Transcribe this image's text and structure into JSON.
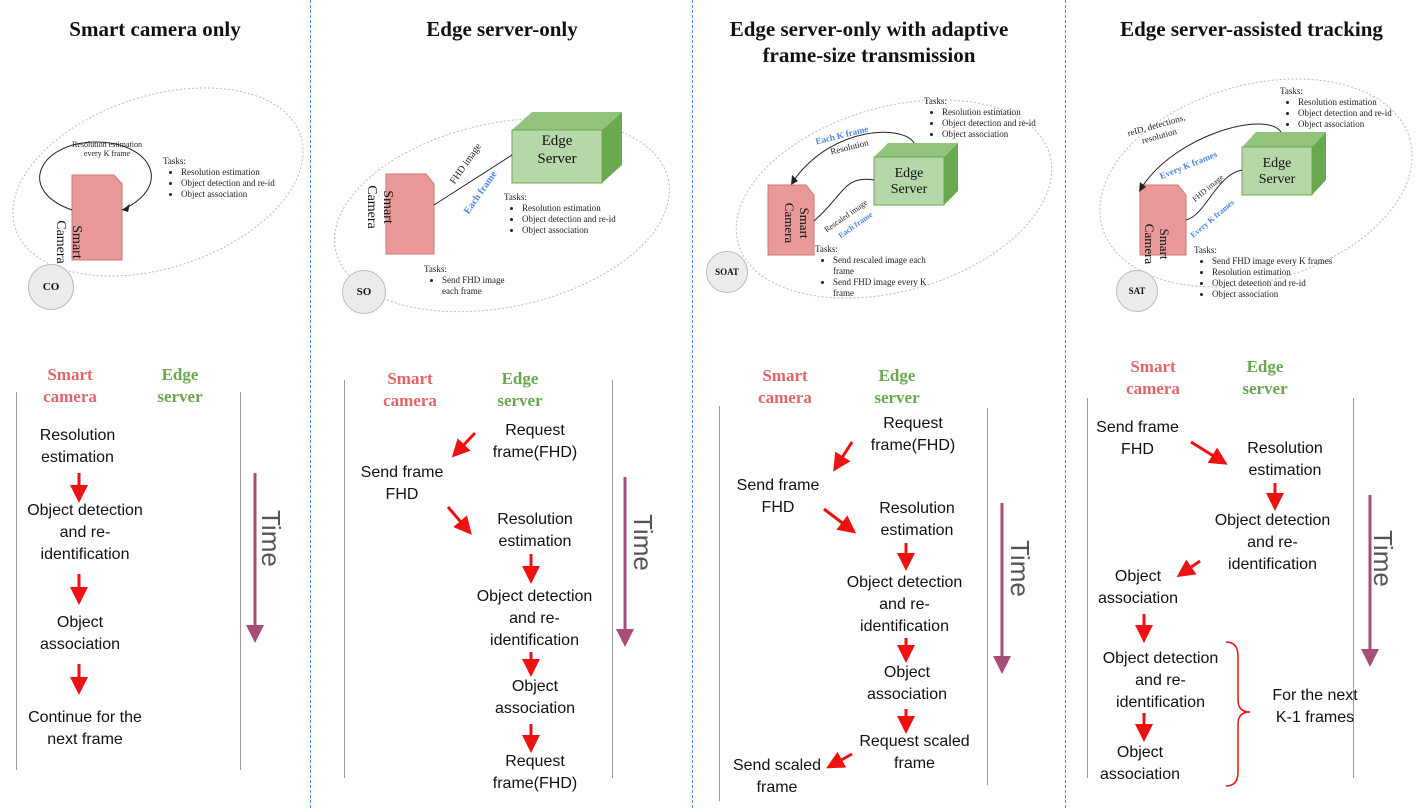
{
  "panels": [
    {
      "title": "Smart camera only",
      "badge": "CO",
      "camera_label": [
        "Smart",
        "Camera"
      ],
      "loop_label": [
        "Resolution estimation",
        "every K frame"
      ],
      "tasks_title": "Tasks:",
      "tasks": [
        "Resolution estimation",
        "Object detection and re-id",
        "Object association"
      ],
      "col_cam": [
        "Smart",
        "camera"
      ],
      "col_edge": [
        "Edge",
        "server"
      ],
      "steps": [
        [
          "Resolution",
          "estimation"
        ],
        [
          "Object detection",
          "and re-",
          "identification"
        ],
        [
          "Object",
          "association"
        ],
        [
          "Continue for the",
          "next frame"
        ]
      ],
      "time": "Time"
    },
    {
      "title": "Edge server-only",
      "badge": "SO",
      "camera_label": [
        "Smart",
        "Camera"
      ],
      "server_label": [
        "Edge",
        "Server"
      ],
      "link_top": "FHD image",
      "link_bottom": "Each frame",
      "server_tasks_title": "Tasks:",
      "server_tasks": [
        "Resolution estimation",
        "Object detection and re-id",
        "Object association"
      ],
      "cam_tasks_title": "Tasks:",
      "cam_tasks": [
        "Send FHD image",
        "each frame"
      ],
      "col_cam": [
        "Smart",
        "camera"
      ],
      "col_edge": [
        "Edge",
        "server"
      ],
      "steps": {
        "request1": [
          "Request",
          "frame(FHD)"
        ],
        "send": [
          "Send frame",
          "FHD"
        ],
        "resolution": [
          "Resolution",
          "estimation"
        ],
        "detection": [
          "Object detection",
          "and re-",
          "identification"
        ],
        "association": [
          "Object",
          "association"
        ],
        "request2": [
          "Request",
          "frame(FHD)"
        ]
      },
      "time": "Time"
    },
    {
      "title": [
        "Edge server-only with adaptive",
        "frame-size transmission"
      ],
      "badge": "SOAT",
      "camera_label": [
        "Smart",
        "Camera"
      ],
      "server_label": [
        "Edge",
        "Server"
      ],
      "top_arrow_blue": "Each K frame",
      "top_arrow_black": "Resolution",
      "link_top": "Rescaled image",
      "link_bottom": "Each frame",
      "server_tasks_title": "Tasks:",
      "server_tasks": [
        "Resolution estimation",
        "Object detection and re-id",
        "Object association"
      ],
      "cam_tasks_title": "Tasks:",
      "cam_tasks": [
        [
          "Send rescaled image each",
          "frame"
        ],
        [
          "Send FHD image every K",
          "frame"
        ]
      ],
      "col_cam": [
        "Smart",
        "camera"
      ],
      "col_edge": [
        "Edge",
        "server"
      ],
      "steps": {
        "request1": [
          "Request",
          "frame(FHD)"
        ],
        "send": [
          "Send frame",
          "FHD"
        ],
        "resolution": [
          "Resolution",
          "estimation"
        ],
        "detection": [
          "Object detection",
          "and re-",
          "identification"
        ],
        "association": [
          "Object",
          "association"
        ],
        "request2": [
          "Request scaled",
          "frame"
        ],
        "send_scaled": [
          "Send scaled",
          "frame"
        ]
      },
      "time": "Time"
    },
    {
      "title": "Edge server-assisted tracking",
      "badge": "SAT",
      "camera_label": [
        "Smart",
        "Camera"
      ],
      "server_label": [
        "Edge",
        "Server"
      ],
      "top_arrow_black": [
        "reID, detections,",
        "resolution"
      ],
      "top_arrow_blue": "Every K frames",
      "link_top": "FHD image",
      "link_bottom": "Every K frames",
      "server_tasks_title": "Tasks:",
      "server_tasks": [
        "Resolution estimation",
        "Object detection and re-id",
        "Object association"
      ],
      "cam_tasks_title": "Tasks:",
      "cam_tasks": [
        "Send FHD image every K frames",
        "Resolution estimation",
        "Object detection and re-id",
        "Object association"
      ],
      "col_cam": [
        "Smart",
        "camera"
      ],
      "col_edge": [
        "Edge",
        "server"
      ],
      "steps": {
        "send": [
          "Send frame",
          "FHD"
        ],
        "resolution": [
          "Resolution",
          "estimation"
        ],
        "detection": [
          "Object detection",
          "and re-",
          "identification"
        ],
        "association": [
          "Object",
          "association"
        ],
        "detection2": [
          "Object detection",
          "and re-",
          "identification"
        ],
        "association2": [
          "Object",
          "association"
        ]
      },
      "brace_label": [
        "For the next",
        "K-1 frames"
      ],
      "time": "Time"
    }
  ],
  "colors": {
    "camera_fill": "#ea9999",
    "server_front": "#b6d7a8",
    "server_top": "#93c47d",
    "server_side": "#6aa84f",
    "arrow_red": "#ee1111",
    "time_arrow": "#a64d79",
    "divider": "#4a86e8",
    "blue_label": "#4a86e8"
  }
}
